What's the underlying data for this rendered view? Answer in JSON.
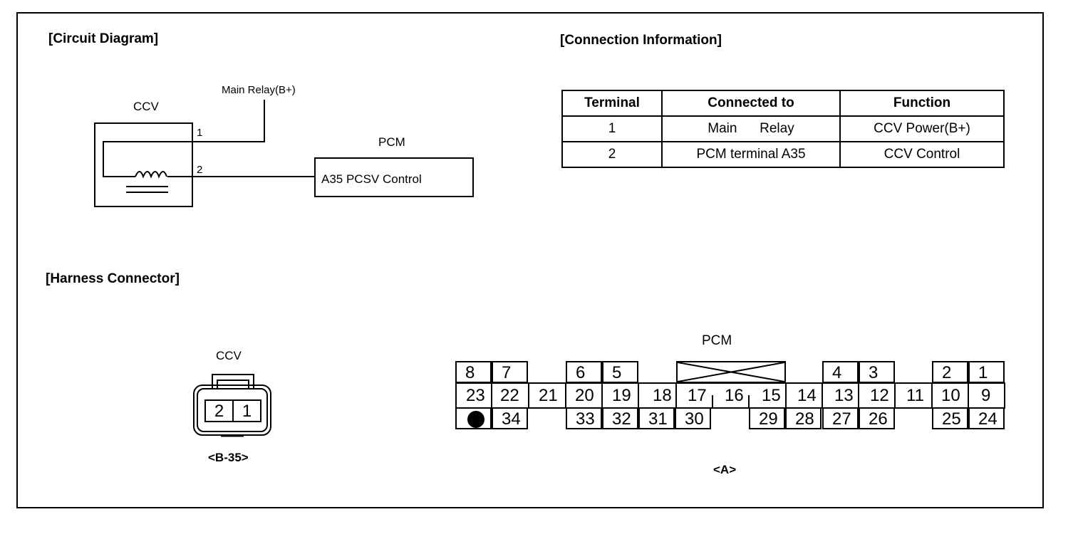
{
  "circuit": {
    "heading": "[Circuit Diagram]",
    "ccv_label": "CCV",
    "main_relay_label": "Main Relay(B+)",
    "pin1": "1",
    "pin2": "2",
    "pcm_label": "PCM",
    "pcm_box_text": "A35 PCSV Control"
  },
  "connection": {
    "heading": "[Connection Information]",
    "headers": [
      "Terminal",
      "Connected to",
      "Function"
    ],
    "rows": [
      [
        "1",
        "Main      Relay",
        "CCV Power(B+)"
      ],
      [
        "2",
        "PCM terminal A35",
        "CCV Control"
      ]
    ]
  },
  "harness": {
    "heading": "[Harness Connector]",
    "ccv_label": "CCV",
    "ccv_pins": [
      "2",
      "1"
    ],
    "ccv_code": "<B-35>",
    "pcm_label": "PCM",
    "pcm_code": "<A>",
    "pcm_rows": [
      [
        "8",
        "7",
        "",
        "6",
        "5",
        "",
        "",
        "",
        "",
        "",
        "4",
        "3",
        "",
        "2",
        "1"
      ],
      [
        "23",
        "22",
        "21",
        "20",
        "19",
        "18",
        "17",
        "16",
        "15",
        "14",
        "13",
        "12",
        "11",
        "10",
        "9"
      ],
      [
        "",
        "34",
        "",
        "33",
        "32",
        "31",
        "30",
        "",
        "29",
        "28",
        "27",
        "26",
        "",
        "25",
        "24"
      ]
    ]
  }
}
